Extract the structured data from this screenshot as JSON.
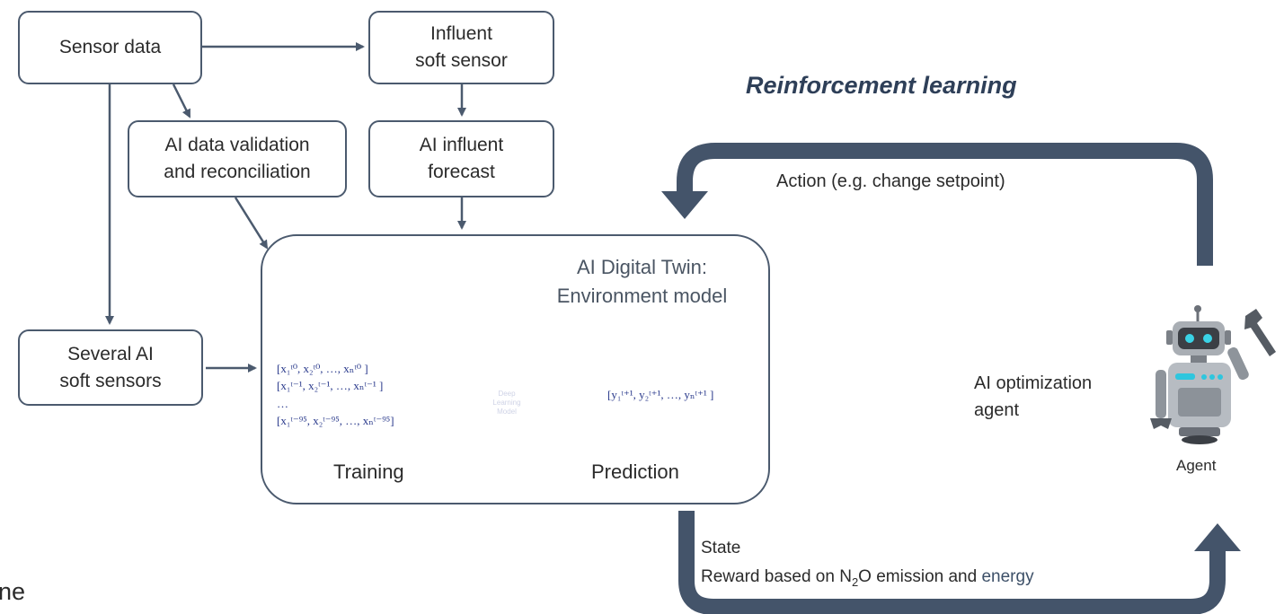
{
  "boxes": {
    "sensor_data": "Sensor data",
    "influent_soft_sensor": "Influent\nsoft sensor",
    "ai_data_validation": "AI data validation\nand reconciliation",
    "ai_influent_forecast": "AI influent\nforecast",
    "several_ai_soft_sensors": "Several AI\nsoft sensors"
  },
  "twin": {
    "title_line1": "AI Digital Twin:",
    "title_line2": "Environment model",
    "training": "Training",
    "prediction": "Prediction",
    "model_label": "Deep\nLearning\nModel",
    "input_row1": "[x₁ᵗ⁰,  x₂ᵗ⁰,  …,   xₙᵗ⁰ ]",
    "input_row2": "[x₁ᵗ⁻¹,  x₂ᵗ⁻¹, …,   xₙᵗ⁻¹ ]",
    "input_row3": "…",
    "input_row4": "[x₁ᵗ⁻⁹⁵, x₂ᵗ⁻⁹⁵, …, xₙᵗ⁻⁹⁵]",
    "output_row": "[y₁ᵗ⁺¹,  y₂ᵗ⁺¹,  …,  yₙᵗ⁺¹ ]"
  },
  "rl": {
    "title": "Reinforcement learning",
    "action": "Action (e.g. change setpoint)",
    "state": "State",
    "reward_prefix": "Reward based on N",
    "reward_sub": "2",
    "reward_mid": "O emission and ",
    "reward_energy": "energy",
    "agent_label_1": "AI optimization",
    "agent_label_2": "agent",
    "agent_caption": "Agent"
  },
  "fragment": "ne",
  "colors": {
    "stroke": "#4b5a6e",
    "title": "#2e3f58",
    "cube": "#1c1f55",
    "math": "#2a3a8c",
    "energy": "#3d5068"
  }
}
